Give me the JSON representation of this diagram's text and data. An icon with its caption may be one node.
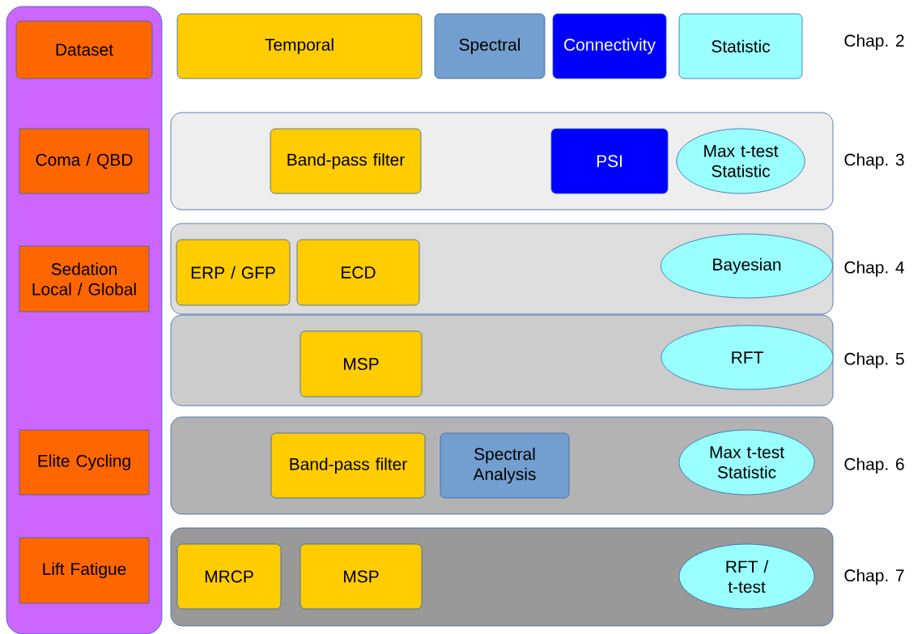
{
  "diagram": {
    "nodes": [
      {
        "text": [],
        "shape": "box"
      },
      {
        "text": [
          "Dataset"
        ],
        "in": 0
      },
      {
        "text": [
          "Temporal"
        ]
      },
      {
        "text": [
          "Spectral"
        ]
      },
      {
        "text": [
          "Connectivity"
        ]
      },
      {
        "text": [
          "Statistic"
        ]
      },
      {
        "text": [],
        "shape": "box",
        "beside": [
          "Chap. 3"
        ]
      },
      {
        "text": [
          "Coma / QBD"
        ],
        "in": 0
      },
      {
        "text": [
          "Band-pass filter"
        ],
        "in": 6
      },
      {
        "text": [
          "PSI"
        ],
        "in": 6
      },
      {
        "text": [
          "Max t-test Statistic"
        ],
        "in": 6
      },
      {
        "text": [],
        "shape": "box",
        "beside": [
          "Chap. 4"
        ]
      },
      {
        "text": [
          "Sedation Local / Global"
        ],
        "in": 0
      },
      {
        "text": [
          "ERP / GFP"
        ],
        "in": 11
      },
      {
        "text": [
          "ECD"
        ],
        "in": 11
      },
      {
        "text": [
          "Bayesian"
        ],
        "in": 11
      },
      {
        "text": [],
        "shape": "box",
        "beside": [
          "Chap. 5"
        ]
      },
      {
        "text": [
          "MSP"
        ],
        "in": 16
      },
      {
        "text": [
          "RFT"
        ],
        "in": 16
      },
      {
        "text": [],
        "shape": "box",
        "beside": [
          "Chap. 6"
        ]
      },
      {
        "text": [
          "Elite Cycling"
        ],
        "in": 0
      },
      {
        "text": [
          "Band-pass filter"
        ],
        "in": 19
      },
      {
        "text": [
          "Spectral Analysis"
        ],
        "in": 19
      },
      {
        "text": [
          "Max t-test Statistic"
        ],
        "in": 19
      },
      {
        "text": [],
        "shape": "box",
        "beside": [
          "Chap. 7"
        ]
      },
      {
        "text": [
          "Lift Fatigue"
        ],
        "in": 0
      },
      {
        "text": [
          "MRCP"
        ],
        "in": 24
      },
      {
        "text": [
          "MSP"
        ],
        "in": 24
      },
      {
        "text": [
          "RFT / t-test"
        ],
        "in": 24
      }
    ],
    "labels": [
      "Chap. 2"
    ]
  }
}
